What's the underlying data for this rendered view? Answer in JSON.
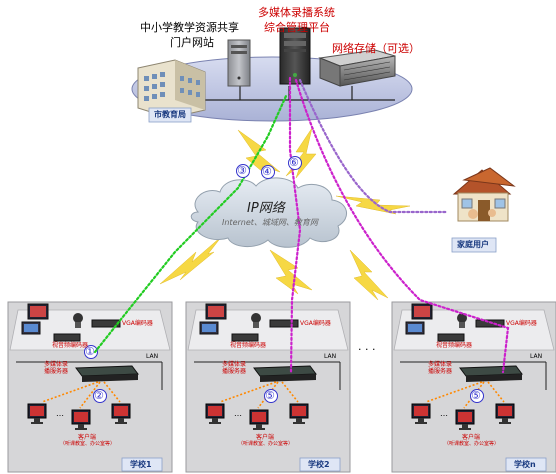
{
  "header": {
    "portal_line1": "中小学教学资源共享",
    "portal_line2": "门户网站",
    "platform_line1": "多媒体录播系统",
    "platform_line2": "综合管理平台",
    "storage": "网络存储（可选）",
    "edu_bureau": "市教育局"
  },
  "network": {
    "cloud_title": "IP网络",
    "cloud_sub": "Internet、城域网、教育网",
    "home_user": "家庭用户"
  },
  "markers": [
    "③",
    "④",
    "⑥"
  ],
  "ellipsis": "· · ·",
  "school_parts": {
    "vga": "VGA编码器",
    "av": "视音频编码器",
    "server_line1": "多媒体录",
    "server_line2": "播服务器",
    "lan": "LAN",
    "client_line1": "客户端",
    "client_line2": "（听课教室、办公室等）",
    "dots": "…"
  },
  "schools": [
    {
      "label": "学校1",
      "marker_top": "①",
      "marker_bottom": "②"
    },
    {
      "label": "学校2",
      "marker_bottom": "⑤"
    },
    {
      "label": "学校n",
      "marker_bottom": "⑤"
    }
  ],
  "colors": {
    "green_path": "#22cc22",
    "magenta_path": "#cc22cc",
    "purple_path": "#9966cc",
    "orange_path": "#ff8800",
    "marker": "#3333cc",
    "title_red": "#cc0000",
    "lightning": "#f6d63a"
  }
}
